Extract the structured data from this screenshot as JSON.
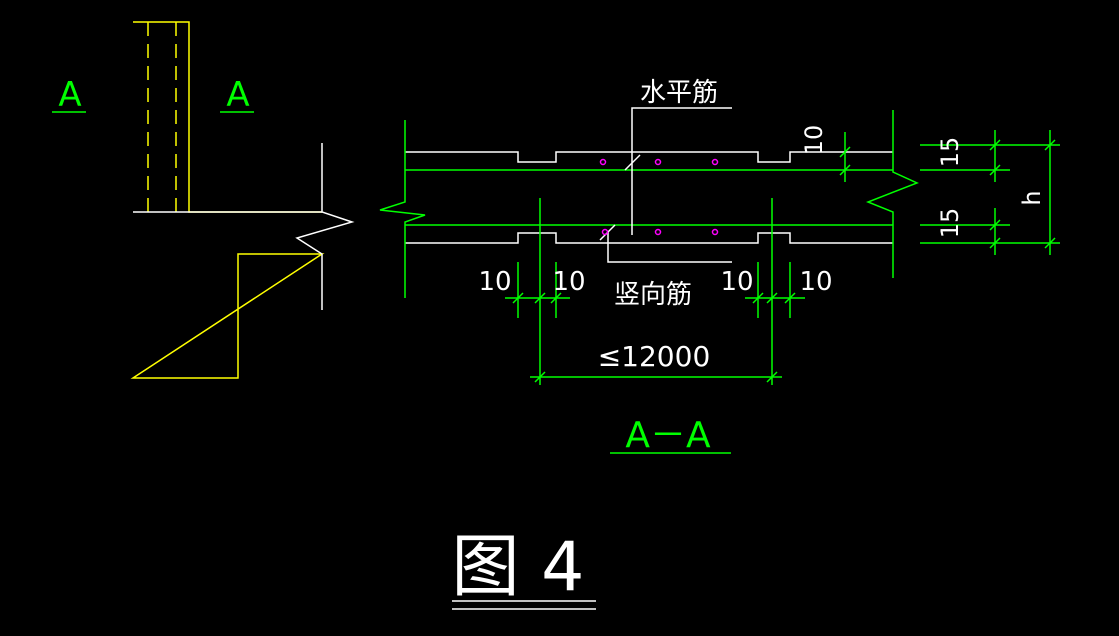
{
  "colors": {
    "background": "#000000",
    "section_outline": "#ffff00",
    "wall_lines": "#ffffff",
    "dimension_lines": "#00ff00",
    "rebar_dots": "#ff00ff"
  },
  "section_mark_left": "A",
  "section_mark_right": "A",
  "labels": {
    "horizontal_rebar": "水平筋",
    "vertical_rebar": "竖向筋"
  },
  "dimensions": {
    "top_cover": "10",
    "right_top": "15",
    "right_bottom": "15",
    "right_total": "h",
    "bottom_left_1": "10",
    "bottom_left_2": "10",
    "bottom_right_1": "10",
    "bottom_right_2": "10",
    "span": "≤12000"
  },
  "section_title": "A－A",
  "figure_title": "图 4",
  "icons": {
    "break_line": "zigzag-break-icon",
    "rebar": "rebar-dot-icon"
  }
}
